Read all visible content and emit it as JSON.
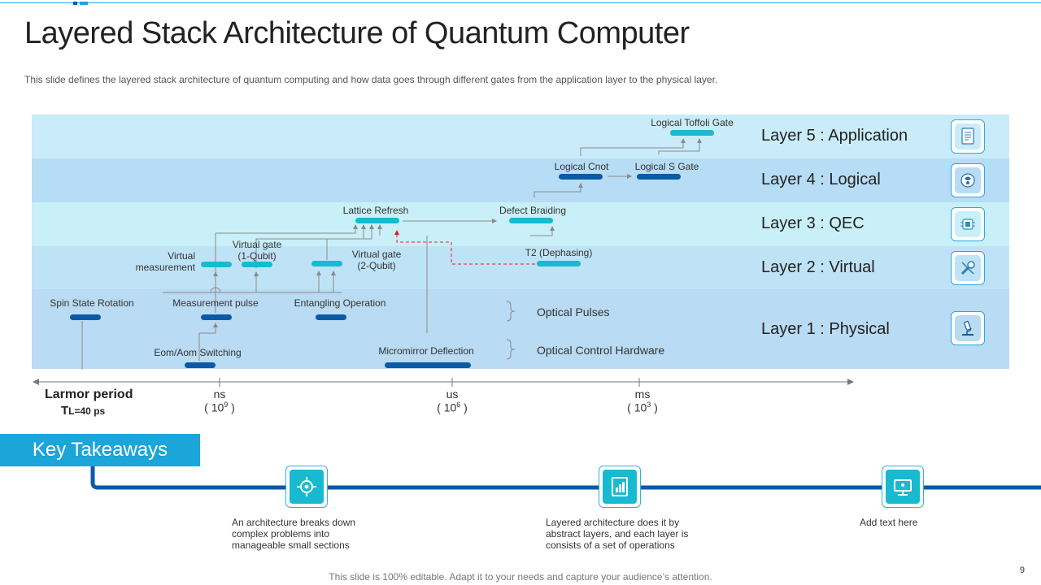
{
  "title": "Layered Stack Architecture of Quantum Computer",
  "subtitle": "This slide defines the layered stack architecture of quantum computing and how data goes through different  gates from the application layer to the physical layer.",
  "colors": {
    "accent": "#1ba5d8",
    "dark_blue": "#0b5aa6",
    "teal": "#17bad0",
    "band_1": "#bfe3f6",
    "band_2": "#c7e5f7"
  },
  "layers": [
    {
      "label": "Layer 5 : Application",
      "icon": "document-icon"
    },
    {
      "label": "Layer 4 : Logical",
      "icon": "brain-icon"
    },
    {
      "label": "Layer 3 : QEC",
      "icon": "chip-icon"
    },
    {
      "label": "Layer 2 : Virtual",
      "icon": "tools-icon"
    },
    {
      "label": "Layer 1 : Physical",
      "icon": "microscope-icon"
    }
  ],
  "nodes": {
    "logical_toffoli_gate": "Logical Toffoli Gate",
    "logical_cnot": "Logical Cnot",
    "logical_s_gate": "Logical S Gate",
    "lattice_refresh": "Lattice Refresh",
    "defect_braiding": "Defect Braiding",
    "virtual_measurement_line1": "Virtual",
    "virtual_measurement_line2": "measurement",
    "virtual_gate_1q_line1": "Virtual gate",
    "virtual_gate_1q_line2": "(1-Qubit)",
    "virtual_gate_2q_line1": "Virtual gate",
    "virtual_gate_2q_line2": "(2-Qubit)",
    "t2_dephasing": "T2 (Dephasing)",
    "spin_state_rotation": "Spin State Rotation",
    "measurement_pulse": "Measurement pulse",
    "entangling_operation": "Entangling Operation",
    "eom_aom_switching": "Eom/Aom Switching",
    "micromirror_deflection": "Micromirror Deflection",
    "optical_pulses": "Optical Pulses",
    "optical_control_hardware": "Optical Control Hardware"
  },
  "axis": {
    "larmor_title": "Larmor period",
    "tl_t": "T",
    "tl_value": "L=40 ps",
    "units": [
      {
        "name": "ns",
        "base": "( 10",
        "exp": "9",
        "close": " )"
      },
      {
        "name": "us",
        "base": "( 10",
        "exp": "6",
        "close": " )"
      },
      {
        "name": "ms",
        "base": "( 10",
        "exp": "3",
        "close": " )"
      }
    ]
  },
  "takeaways": {
    "heading": "Key Takeaways",
    "items": [
      {
        "text_line1": "An architecture breaks down",
        "text_line2": "complex problems into",
        "text_line3": "manageable small sections",
        "icon": "circuit-gear-icon"
      },
      {
        "text_line1": "Layered architecture does it by",
        "text_line2": "abstract layers, and each layer is",
        "text_line3": "consists of a set of operations",
        "icon": "report-icon"
      },
      {
        "text_line1": "Add text here",
        "icon": "network-computer-icon"
      }
    ]
  },
  "footer": "This slide is 100% editable. Adapt it to your needs and capture your audience’s attention.",
  "page_number": "9"
}
